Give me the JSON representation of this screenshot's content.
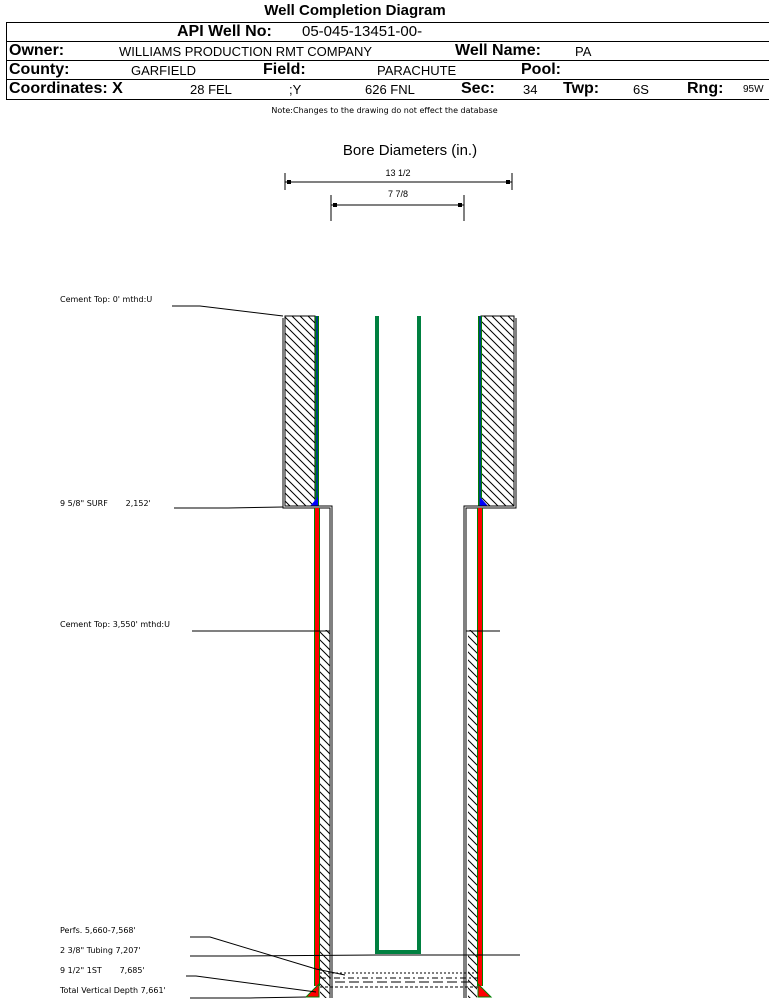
{
  "title": "Well Completion Diagram",
  "header": {
    "api_label": "API Well No:",
    "api_value": "05-045-13451-00-",
    "owner_label": "Owner:",
    "owner_value": "WILLIAMS PRODUCTION RMT COMPANY",
    "well_name_label": "Well Name:",
    "well_name_value": "PA",
    "county_label": "County:",
    "county_value": "GARFIELD",
    "field_label": "Field:",
    "field_value": "PARACHUTE",
    "pool_label": "Pool:",
    "pool_value": "",
    "coords_label": "Coordinates: X",
    "x_value": "28 FEL",
    "y_label": ";Y",
    "y_value": "626 FNL",
    "sec_label": "Sec:",
    "sec_value": "34",
    "twp_label": "Twp:",
    "twp_value": "6S",
    "rng_label": "Rng:",
    "rng_value": "95W"
  },
  "note": "Note:Changes to the drawing do not effect the database",
  "bore": {
    "title": "Bore Diameters (in.)",
    "diameters": [
      "13 1/2",
      "7 7/8"
    ]
  },
  "annotations": {
    "cement_top_1": "Cement Top: 0' mthd:U",
    "surface_casing": "9 5/8\" SURF       2,152'",
    "cement_top_2": "Cement Top: 3,550' mthd:U",
    "perfs": "Perfs. 5,660-7,568'",
    "tubing": "2 3/8\" Tubing 7,207'",
    "production_casing": "9 1/2\" 1ST       7,685'",
    "tvd": "Total Vertical Depth 7,661'"
  },
  "colors": {
    "surface_casing": "#008000",
    "production_casing": "#ff0000",
    "tubing": "#008040",
    "cement_shoe": "#0000ff"
  }
}
